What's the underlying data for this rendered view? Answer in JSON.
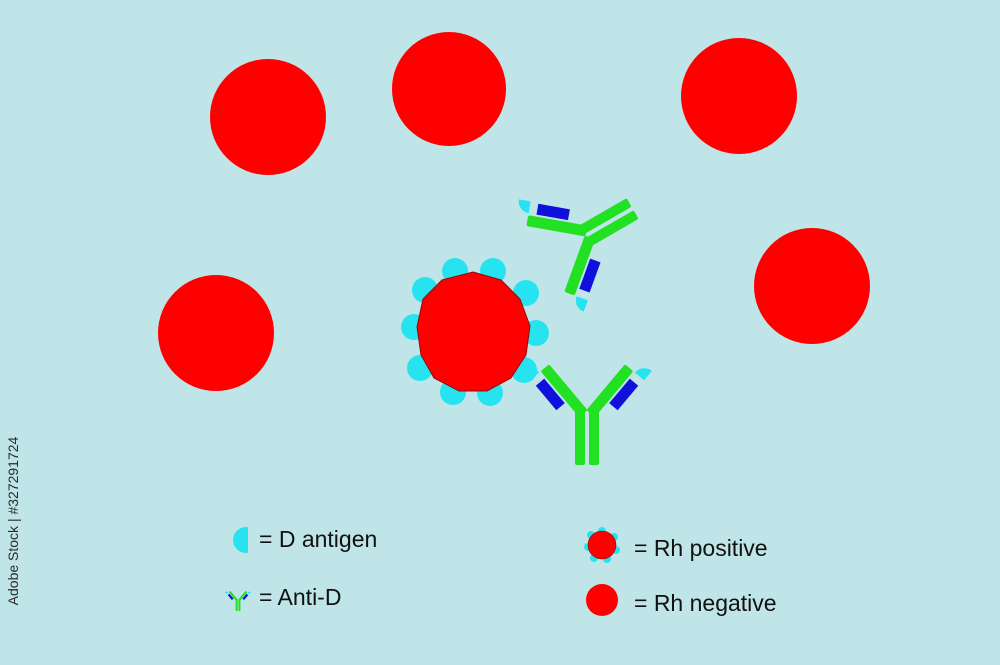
{
  "colors": {
    "background": "#bfe5e8",
    "red_cell": "#ff0000",
    "d_antigen": "#27e3f0",
    "antibody_heavy": "#22e022",
    "antibody_light": "#1010dd"
  },
  "legend": {
    "d_antigen": "= D antigen",
    "anti_d": "= Anti-D",
    "rh_positive": "= Rh positive",
    "rh_negative": "= Rh negative"
  },
  "stock_id": "Adobe Stock | #327291724"
}
